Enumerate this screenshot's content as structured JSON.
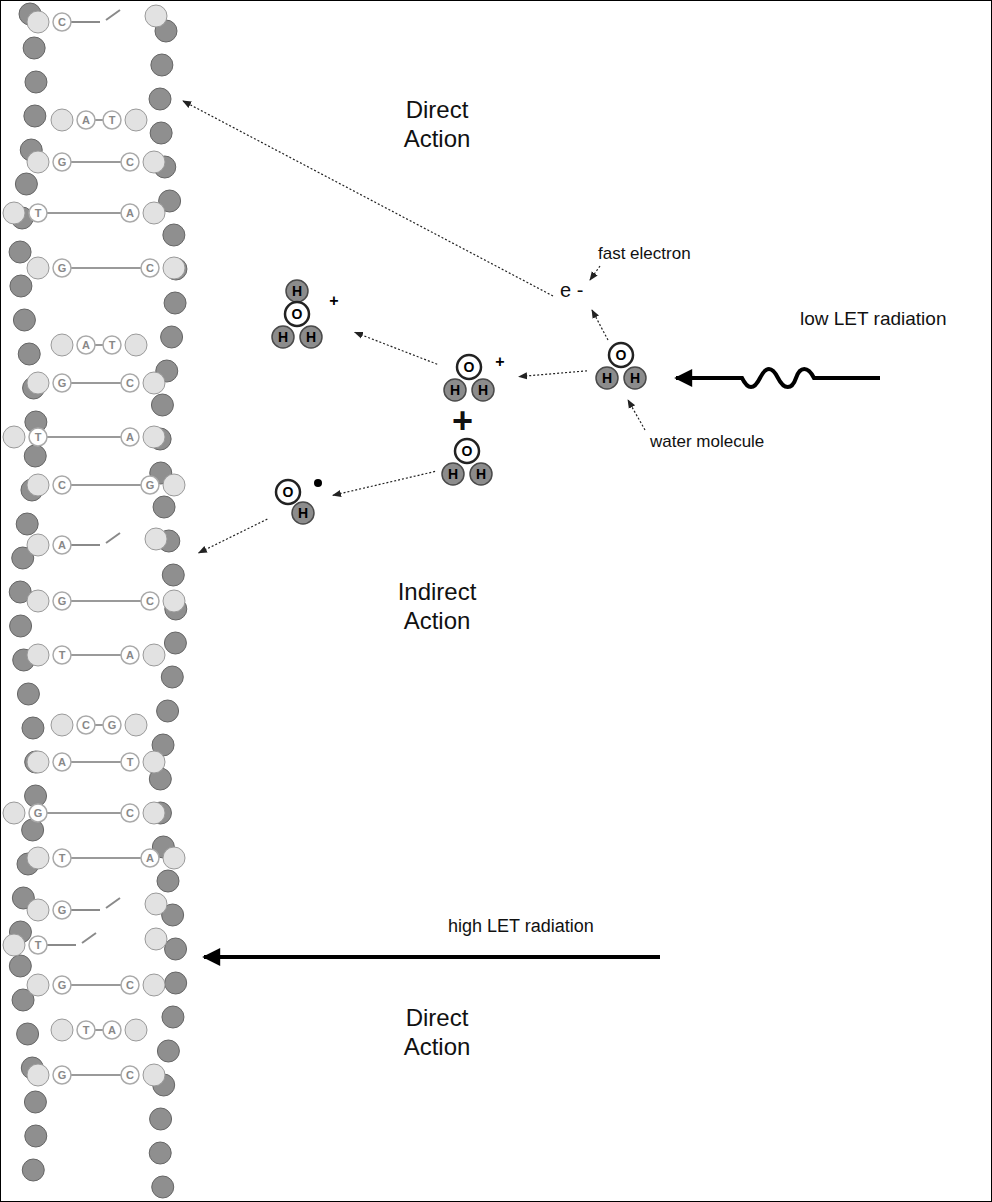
{
  "diagram": {
    "nodes": [
      {
        "text": [
          "O",
          "H",
          "H"
        ]
      },
      {
        "text": [
          "O",
          "H",
          "H",
          "+"
        ]
      },
      {
        "text": [
          "O",
          "H",
          "H"
        ]
      },
      {
        "text": [
          "H",
          "O",
          "H",
          "H",
          "+"
        ]
      },
      {
        "text": [
          "O",
          "H"
        ]
      },
      {
        "text": [
          "C",
          "A",
          "T",
          "G",
          "C",
          "T",
          "A",
          "G",
          "C",
          "A",
          "T",
          "G",
          "C",
          "T",
          "A",
          "C",
          "G",
          "A",
          "G",
          "C",
          "T",
          "A",
          "C",
          "G",
          "A",
          "T",
          "G",
          "C",
          "T",
          "A",
          "G",
          "T",
          "G",
          "C",
          "T",
          "A",
          "G",
          "C"
        ]
      }
    ],
    "edges": [
      {
        "from": 0,
        "to": 1,
        "arrow": "to"
      },
      {
        "from": 1,
        "to": 3,
        "arrow": "to"
      },
      {
        "from": 2,
        "to": 4,
        "arrow": "to"
      },
      {
        "from": 4,
        "to": 5,
        "arrow": "to"
      }
    ],
    "labels": [
      "Direct Action",
      "fast electron",
      "e -",
      "low LET radiation",
      "water molecule",
      "+",
      "Indirect Action",
      "high LET radiation",
      "Direct Action"
    ]
  }
}
